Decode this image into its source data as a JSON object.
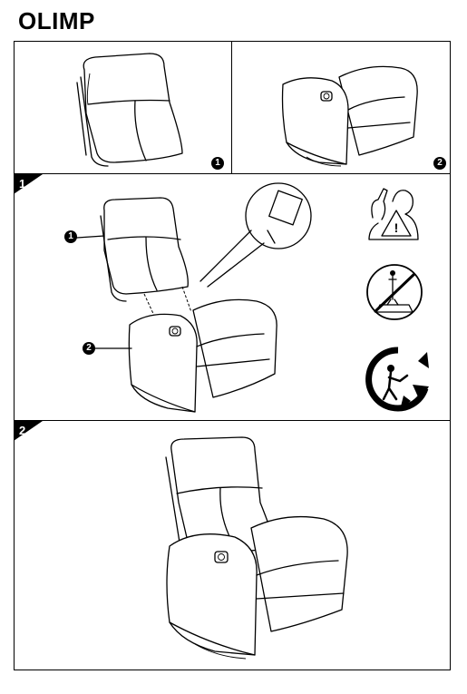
{
  "document": {
    "title": "OLIMP"
  },
  "top_panels": [
    {
      "part_number": "1",
      "part": "backrest"
    },
    {
      "part_number": "2",
      "part": "seat-base"
    }
  ],
  "steps": [
    {
      "number": "1",
      "callouts": [
        "1",
        "2"
      ]
    },
    {
      "number": "2"
    }
  ],
  "warning_icons": [
    "tool-warning-icon",
    "no-standing-icon",
    "recycle-icon"
  ]
}
